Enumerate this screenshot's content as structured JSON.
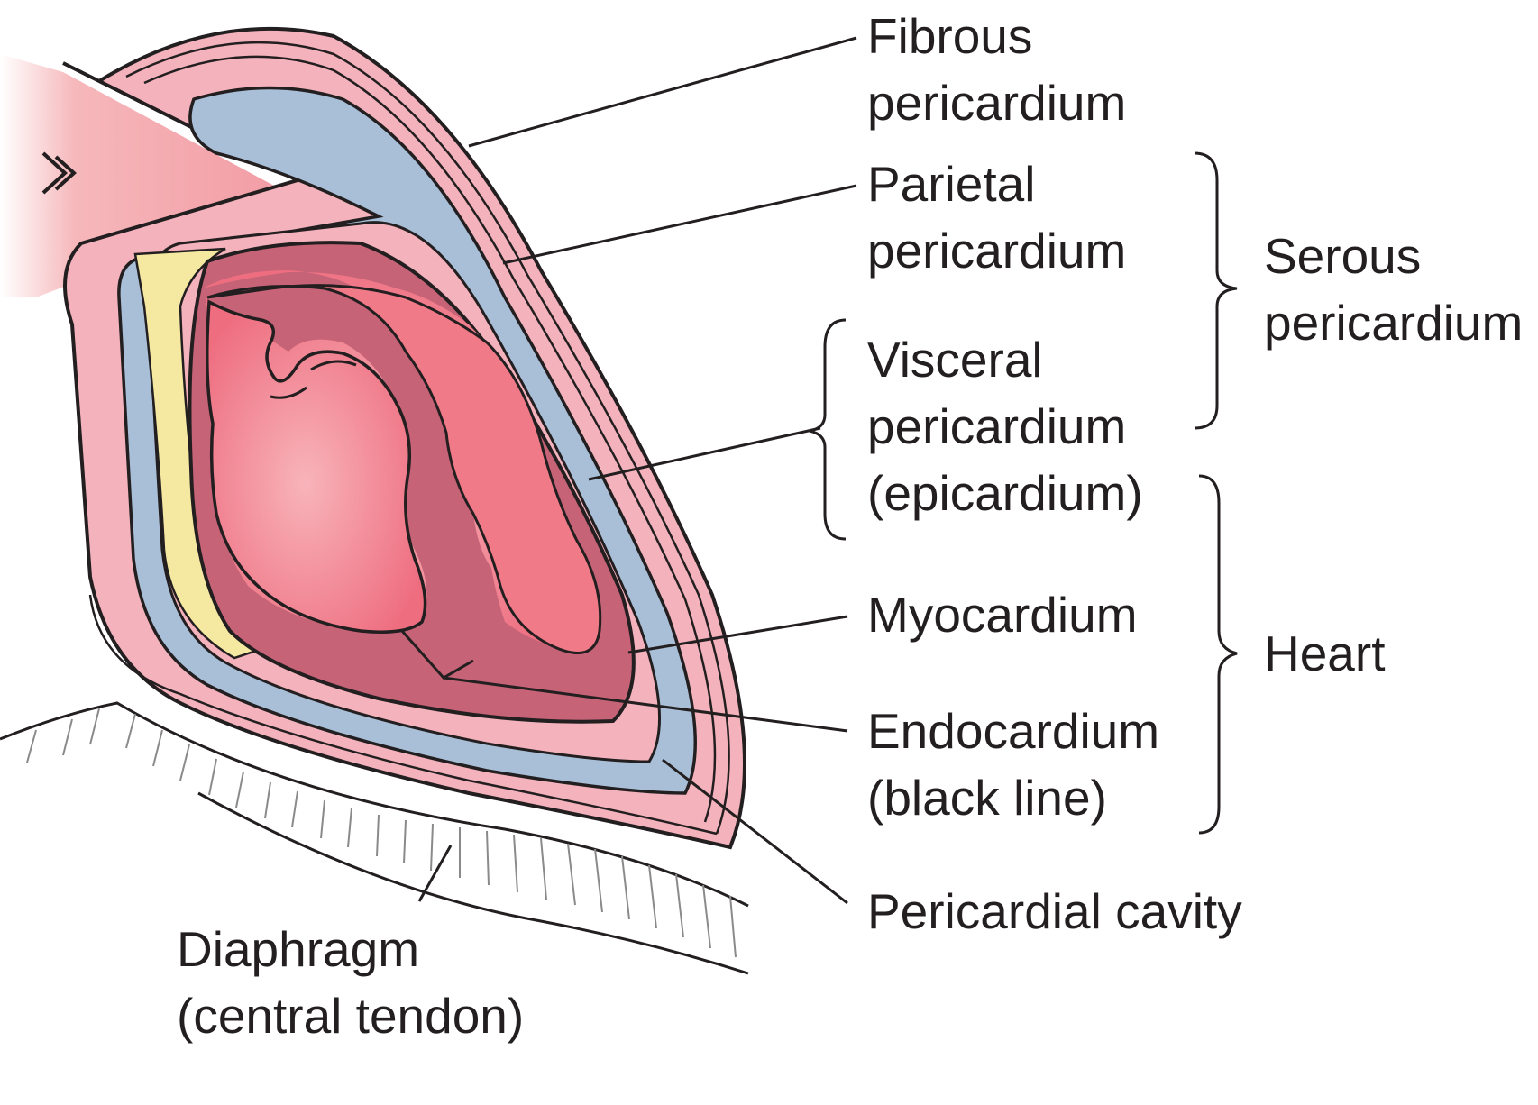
{
  "labels": {
    "fibrous": [
      "Fibrous",
      "pericardium"
    ],
    "parietal": [
      "Parietal",
      "pericardium"
    ],
    "visceral": [
      "Visceral",
      "pericardium",
      "(epicardium)"
    ],
    "myocardium": [
      "Myocardium"
    ],
    "endocardium": [
      "Endocardium",
      "(black line)"
    ],
    "cavity": [
      "Pericardial cavity"
    ],
    "diaphragm": [
      "Diaphragm",
      "(central tendon)"
    ]
  },
  "groups": {
    "serous": [
      "Serous",
      "pericardium"
    ],
    "heart": [
      "Heart"
    ]
  },
  "colors": {
    "fibrous_layer": "#f4b3bc",
    "pericardial_cavity": "#a9bfd8",
    "myocardium": "#c66377",
    "heart_chamber": "#f07a88",
    "fat": "#f5e9a2",
    "vessel": "#f3a7ab",
    "outline": "#231f20"
  }
}
